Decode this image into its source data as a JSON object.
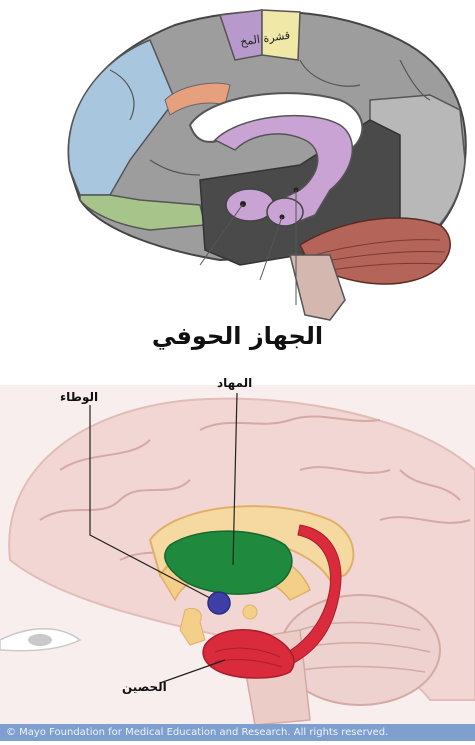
{
  "top_diagram": {
    "caption": "الجهاز الحوفي",
    "cortex_label": "قشرة المخ"
  },
  "bottom_diagram": {
    "labels": {
      "hypothalamus": "الوطاء",
      "thalamus": "المهاد",
      "hippocampus": "الحصين"
    },
    "copyright": "© Mayo Foundation for Medical Education and Research. All rights reserved."
  },
  "colors": {
    "frontal": "#a9c6df",
    "parietal_purple": "#b79acb",
    "parietal_yellow": "#efe8a6",
    "cortex_gray": "#9d9d9d",
    "limbic_purple": "#c9a3d4",
    "cerebellum": "#b5645a",
    "brain_pink": "#f1d6d3",
    "thalamus_green": "#1f8a3e",
    "hippocampus_red": "#d92b3b",
    "hypothalamus_blue": "#3d3fa6",
    "banner": "#7f9fcf"
  }
}
